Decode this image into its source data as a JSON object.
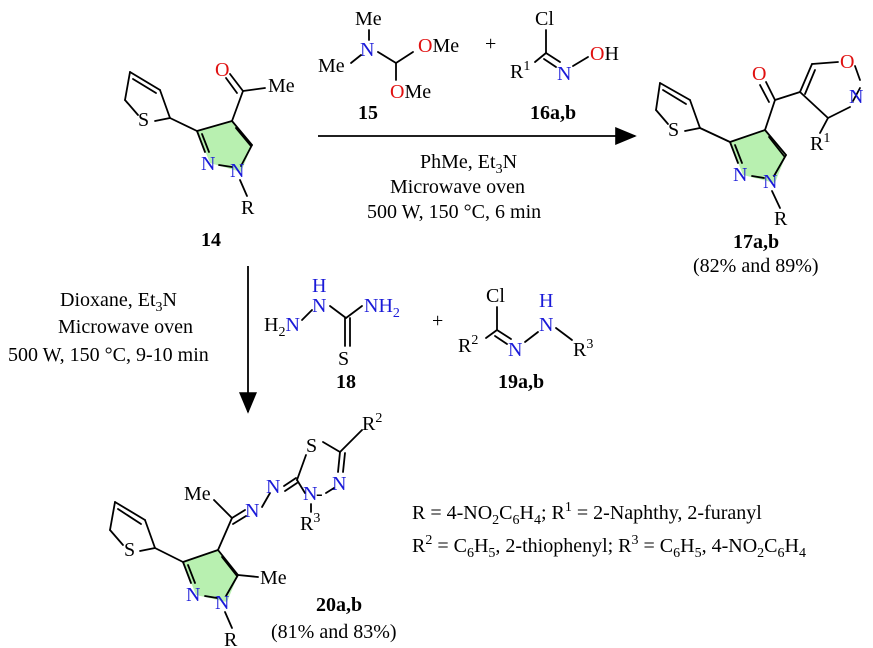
{
  "compound_14": {
    "label": "14",
    "atoms": {
      "me": "Me",
      "s": "S",
      "n1": "N",
      "n2": "N",
      "r": "R"
    }
  },
  "reagent_15": {
    "label": "15",
    "atoms": {
      "me_top": "Me",
      "me_left": "Me",
      "n": "N",
      "ome1": "OMe",
      "ome2": "OMe"
    }
  },
  "reagent_16": {
    "label": "16a,b",
    "atoms": {
      "cl": "Cl",
      "r": "R",
      "r_sup": "1",
      "n": "N",
      "oh": "OH"
    }
  },
  "plus_signs": [
    "+",
    "+"
  ],
  "conditions_top": {
    "line1": "PhMe, Et",
    "line1_sub": "3",
    "line1_tail": "N",
    "line2": "Microwave oven",
    "line3": "500 W, 150 °C, 6 min"
  },
  "product_17": {
    "label": "17a,b",
    "yield": "(82% and 89%)",
    "atoms": {
      "s": "S",
      "n1": "N",
      "n2": "N",
      "r": "R",
      "o_iso": "O",
      "n_iso": "N",
      "r1": "R",
      "r1_sup": "1"
    }
  },
  "conditions_left": {
    "line1": "Dioxane, Et",
    "line1_sub": "3",
    "line1_tail": "N",
    "line2": "Microwave oven",
    "line3": "500 W, 150 °C, 9-10 min"
  },
  "reagent_18": {
    "label": "18",
    "atoms": {
      "h2n": "H",
      "h2n_sub": "2",
      "h2n_n": "N",
      "n": "N",
      "h": "H",
      "s": "S",
      "nh2": "NH",
      "nh2_sub": "2"
    }
  },
  "reagent_19": {
    "label": "19a,b",
    "atoms": {
      "cl": "Cl",
      "r2": "R",
      "r2_sup": "2",
      "n": "N",
      "nh_n": "N",
      "nh_h": "H",
      "r3": "R",
      "r3_sup": "3"
    }
  },
  "product_20": {
    "label": "20a,b",
    "yield": "(81% and 83%)",
    "atoms": {
      "me_top": "Me",
      "n_a": "N",
      "n_b": "N",
      "s": "S",
      "r2": "R",
      "r2_sup": "2",
      "n_r": "N",
      "n_l": "N",
      "r3": "R",
      "r3_sup": "3",
      "s_th": "S",
      "me_pz": "Me",
      "n1": "N",
      "n2": "N",
      "r": "R"
    }
  },
  "legend": {
    "line1_parts": [
      "R = 4-NO",
      "2",
      "C",
      "6",
      "H",
      "4",
      "; R",
      "1",
      " = 2-Naphthy, 2-furanyl"
    ],
    "line2_parts": [
      "R",
      "2",
      " = C",
      "6",
      "H",
      "5",
      ", 2-thiophenyl; R",
      "3",
      " = C",
      "6",
      "H",
      "5",
      ", 4-NO",
      "2",
      "C",
      "6",
      "H",
      "4"
    ]
  },
  "colors": {
    "nitrogen": "#1a1ad8",
    "oxygen": "#e01010",
    "pyrazole_fill": "#b8f0b0"
  }
}
